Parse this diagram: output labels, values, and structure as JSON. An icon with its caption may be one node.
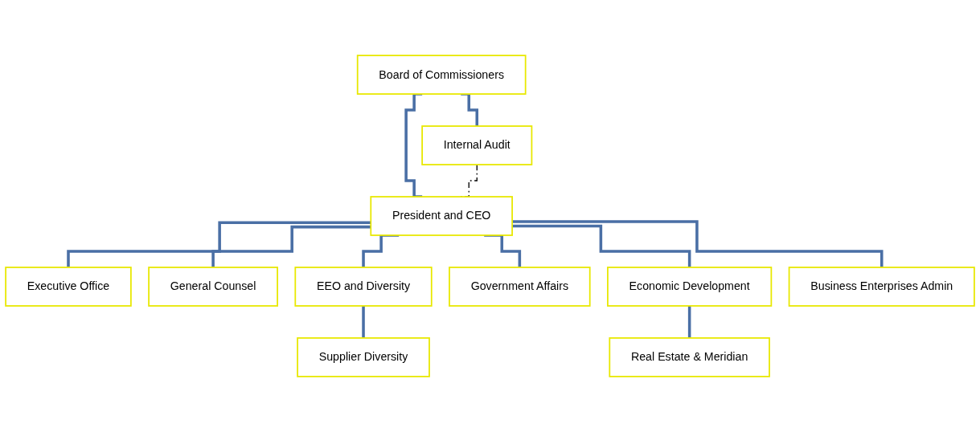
{
  "diagram": {
    "nodes": [
      {
        "text": [
          "Board of Commissioners"
        ]
      },
      {
        "text": [
          "Internal Audit"
        ]
      },
      {
        "text": [
          "President and CEO"
        ]
      },
      {
        "text": [
          "Executive Office"
        ]
      },
      {
        "text": [
          "General Counsel"
        ]
      },
      {
        "text": [
          "EEO and Diversity"
        ]
      },
      {
        "text": [
          "Government Affairs"
        ]
      },
      {
        "text": [
          "Economic Development"
        ]
      },
      {
        "text": [
          "Business Enterprises Admin"
        ]
      },
      {
        "text": [
          "Supplier Diversity"
        ]
      },
      {
        "text": [
          "Real Estate & Meridian"
        ]
      }
    ],
    "edges": [
      {
        "from": 0,
        "to": 1,
        "arrow": "none"
      },
      {
        "from": 0,
        "to": 2,
        "arrow": "none"
      },
      {
        "from": 1,
        "to": 2,
        "arrow": "none",
        "style": "dashed",
        "color": "#000000"
      },
      {
        "from": 2,
        "to": 3,
        "arrow": "none"
      },
      {
        "from": 2,
        "to": 4,
        "arrow": "none"
      },
      {
        "from": 2,
        "to": 5,
        "arrow": "none"
      },
      {
        "from": 2,
        "to": 6,
        "arrow": "none"
      },
      {
        "from": 2,
        "to": 7,
        "arrow": "none"
      },
      {
        "from": 2,
        "to": 8,
        "arrow": "none"
      },
      {
        "from": 5,
        "to": 9,
        "arrow": "none"
      },
      {
        "from": 7,
        "to": 10,
        "arrow": "none"
      }
    ]
  }
}
